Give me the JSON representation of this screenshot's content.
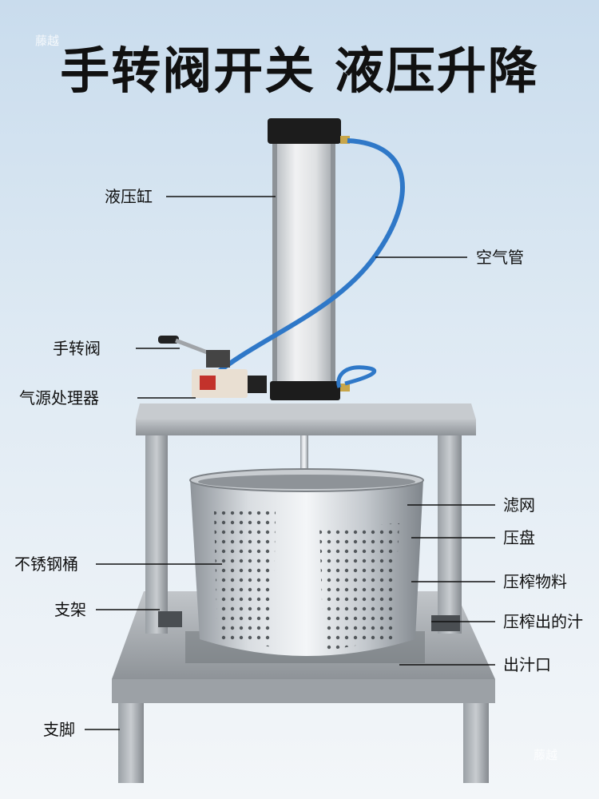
{
  "headline": "手转阀开关 液压升降",
  "watermarks": {
    "top_left": "藤越",
    "bottom_right": "藤越"
  },
  "labels": {
    "hydraulic_cylinder": "液压缸",
    "air_hose": "空气管",
    "hand_valve": "手转阀",
    "air_source_processor": "气源处理器",
    "filter_mesh": "滤网",
    "press_plate": "压盘",
    "press_material": "压榨物料",
    "stainless_barrel": "不锈钢桶",
    "pressed_juice": "压榨出的汁",
    "frame": "支架",
    "juice_outlet": "出汁口",
    "feet": "支脚"
  },
  "colors": {
    "title": "#111111",
    "hose": "#2f78c8",
    "steel": "#b9bec4",
    "galvanized": "#a9adb2",
    "cylinder_cap": "#1c1c1c"
  }
}
